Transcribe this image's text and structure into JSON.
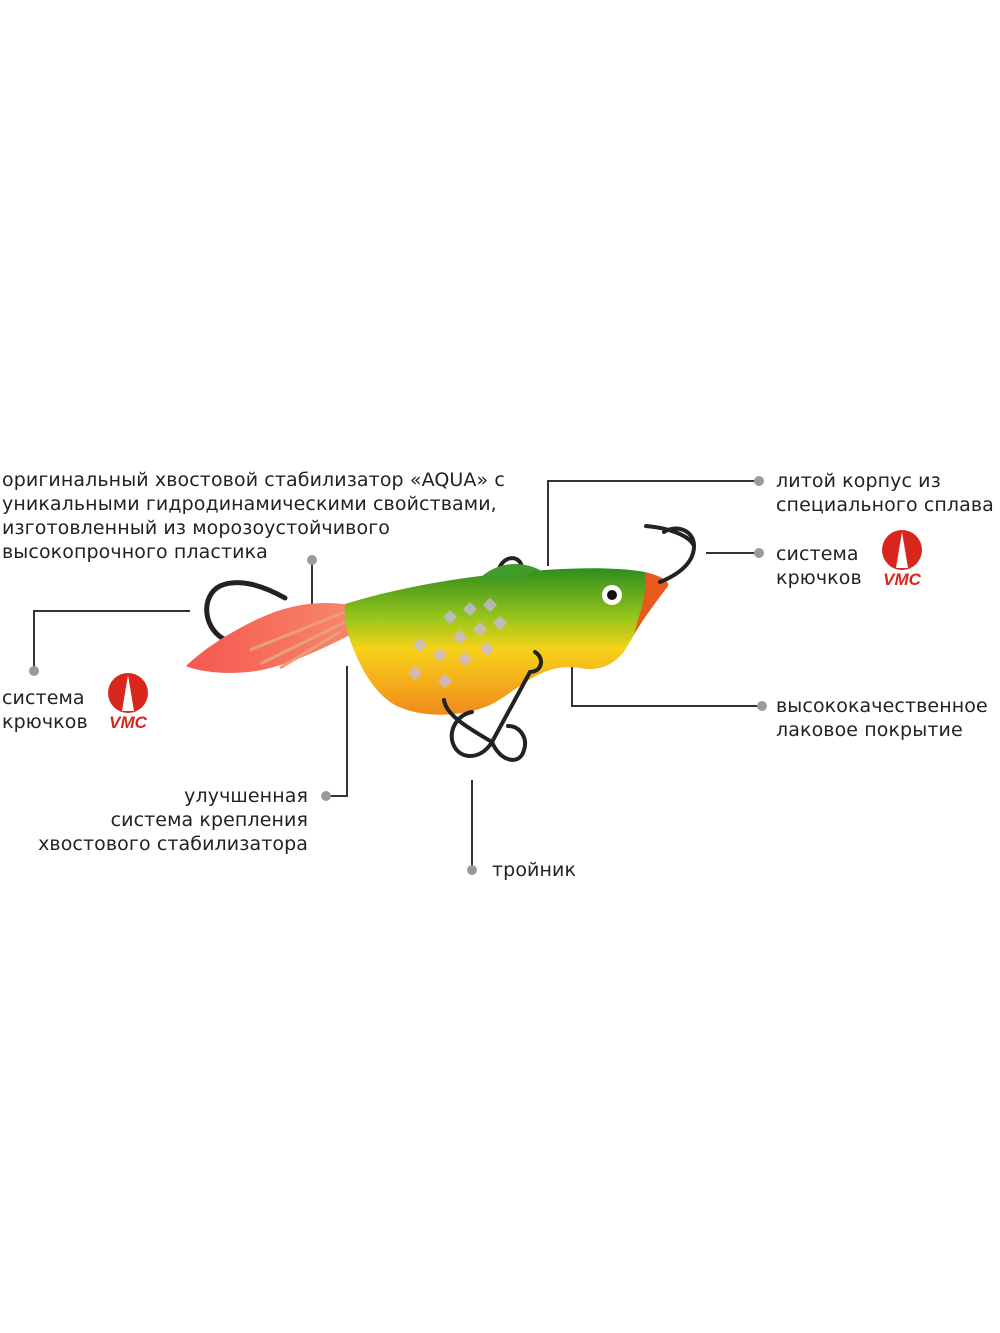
{
  "callouts": {
    "tail_stabilizer": [
      "оригинальный хвостовой стабилизатор «AQUA» с",
      "уникальными гидродинамическими свойствами,",
      "изготовленный из морозоустойчивого",
      "высокопрочного пластика"
    ],
    "cast_body": [
      "литой корпус из",
      "специального сплава"
    ],
    "hook_system_right": [
      "система",
      "крючков"
    ],
    "hook_system_left": [
      "система",
      "крючков"
    ],
    "lacquer_coating": [
      "высококачественное",
      "лаковое покрытие"
    ],
    "tail_mount": [
      "улучшенная",
      "система крепления",
      "хвостового стабилизатора"
    ],
    "treble_hook": "тройник"
  },
  "brand_logo": {
    "text": "VMC",
    "color": "#d8261c"
  },
  "colors": {
    "leader_line": "#333333",
    "dot": "#9a9a9a",
    "tail": "#f26a5a",
    "body_head": "#2f8d1e",
    "body_yellow": "#f6d21a",
    "body_orange": "#f28a1c",
    "hook": "#222222"
  },
  "icons": {
    "lure": "balance-jig-lure",
    "hook": "single-hook",
    "treble": "treble-hook",
    "logo": "vmc-logo"
  }
}
